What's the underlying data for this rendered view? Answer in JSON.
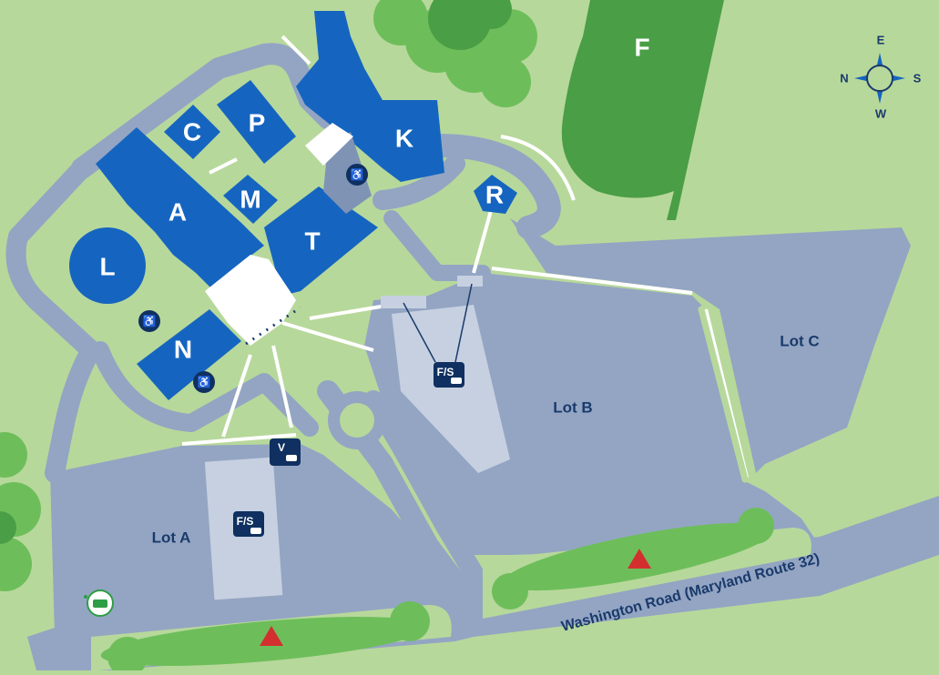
{
  "colors": {
    "grass": "#b7d89b",
    "pavement": "#93a5c3",
    "building": "#1565c0",
    "field": "#4a9e45",
    "trees": "#6dbe5a",
    "trees_dark": "#4a9e45",
    "walkway": "#ffffff",
    "text_dark": "#1a3a6b",
    "icon_bg": "#0f3060",
    "marker": "#d32f2f",
    "ev_green": "#2e9e44"
  },
  "buildings": [
    {
      "id": "A",
      "label": "A"
    },
    {
      "id": "C",
      "label": "C"
    },
    {
      "id": "P",
      "label": "P"
    },
    {
      "id": "K",
      "label": "K"
    },
    {
      "id": "M",
      "label": "M"
    },
    {
      "id": "T",
      "label": "T"
    },
    {
      "id": "L",
      "label": "L"
    },
    {
      "id": "N",
      "label": "N"
    },
    {
      "id": "R",
      "label": "R"
    }
  ],
  "field": {
    "label": "F"
  },
  "lots": {
    "a": "Lot A",
    "b": "Lot B",
    "c": "Lot C"
  },
  "road": {
    "label": "Washington Road (Maryland Route 32)"
  },
  "compass": {
    "n": "N",
    "e": "E",
    "s": "S",
    "w": "W"
  },
  "icons": {
    "faculty_staff": "F/S",
    "visitor": "V",
    "accessible": "wheelchair-icon",
    "ev_charging": "ev-charging-icon",
    "landmark": "triangle-marker-icon"
  }
}
